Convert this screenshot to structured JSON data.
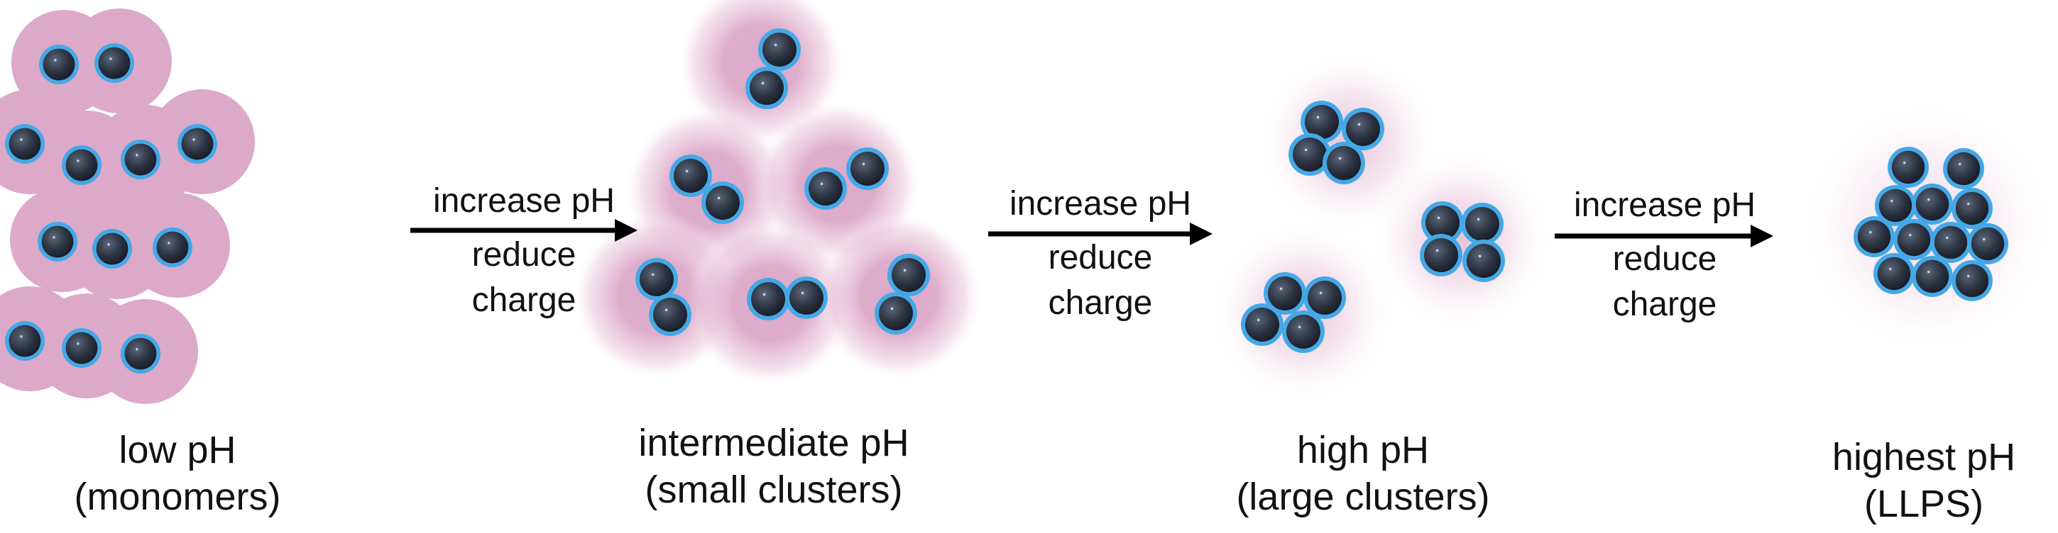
{
  "stages": [
    {
      "id": "low",
      "caption_line1": "low pH",
      "caption_line2": "(monomers)"
    },
    {
      "id": "intermediate",
      "caption_line1": "intermediate pH",
      "caption_line2": "(small clusters)"
    },
    {
      "id": "high",
      "caption_line1": "high pH",
      "caption_line2": "(large clusters)"
    },
    {
      "id": "highest",
      "caption_line1": "highest pH",
      "caption_line2": "(LLPS)"
    }
  ],
  "transitions": [
    {
      "line1": "increase pH",
      "line2": "reduce",
      "line3": "charge"
    },
    {
      "line1": "increase pH",
      "line2": "reduce",
      "line3": "charge"
    },
    {
      "line1": "increase pH",
      "line2": "reduce",
      "line3": "charge"
    }
  ],
  "colors": {
    "halo": "#dca9c9",
    "particle_ring": "#45a8e6",
    "particle_core": "#2a3140",
    "arrow": "#000000",
    "text": "#111111"
  }
}
